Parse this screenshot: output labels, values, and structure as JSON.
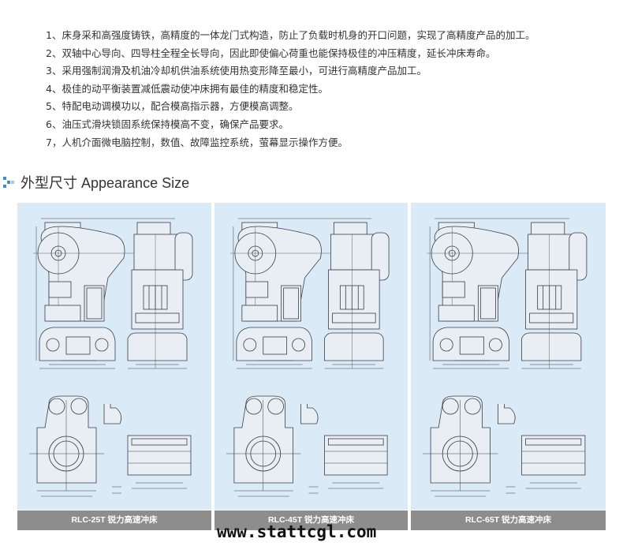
{
  "features": [
    "1、床身采和高强度铸铁，高精度的一体龙门式构造，防止了负载时机身的开口问题，实现了高精度产品的加工。",
    "2、双轴中心导向、四导柱全程全长导向，因此即使偏心荷重也能保持极佳的冲压精度，延长冲床寿命。",
    "3、采用强制润滑及机油冷却机供油系统使用热变形降至最小，可进行高精度产品加工。",
    "4、极佳的动平衡装置减低震动使冲床拥有最佳的精度和稳定性。",
    "5、特配电动调模功以，配合模高指示器，方便模高调整。",
    "6、油压式滑块锁固系统保持模高不变，确保产品要求。",
    "7，人机介面微电脑控制，数值、故障监控系统，萤幕显示操作方便。"
  ],
  "section_title": "外型尺寸 Appearance Size",
  "models": [
    {
      "caption": "RLC-25T 锐力高速冲床"
    },
    {
      "caption": "RLC-45T 锐力高速冲床"
    },
    {
      "caption": "RLC-65T 锐力高速冲床"
    }
  ],
  "watermark": "www.stattcgl.com",
  "colors": {
    "panel_bg": "#dbeaf7",
    "caption_bg": "#8d8d8d",
    "accent": "#3a8fd0",
    "line": "#3a3f46"
  }
}
